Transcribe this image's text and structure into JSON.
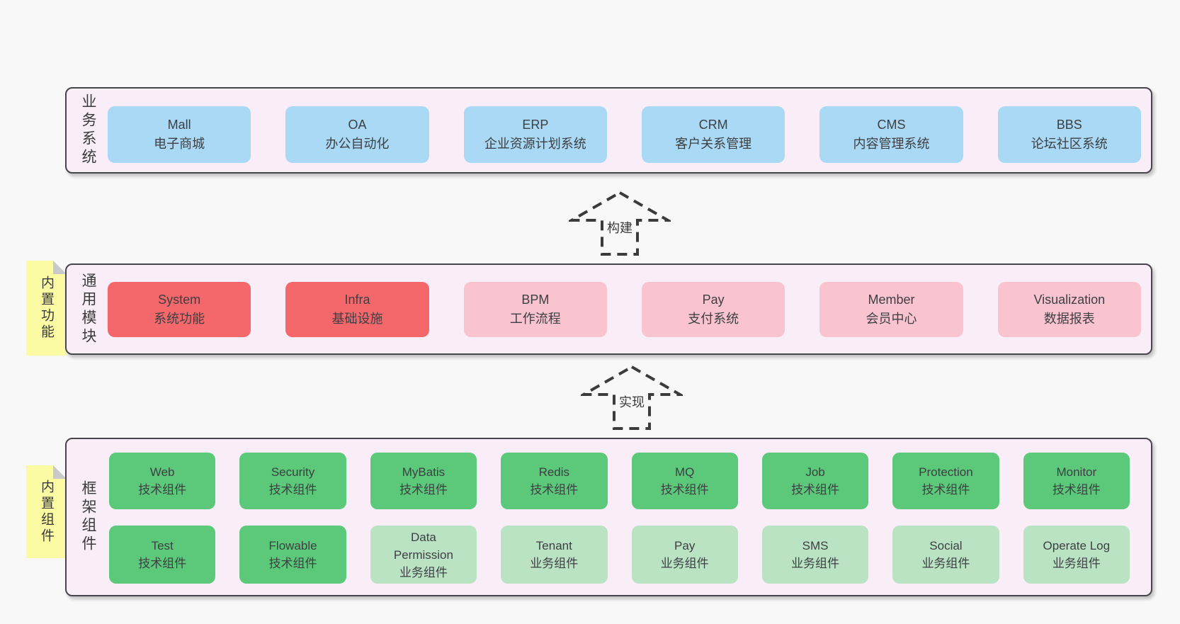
{
  "colors": {
    "page_bg": "#f8f8f8",
    "panel_bg": "#f9eef8",
    "panel_border": "#45454b",
    "blue": "#a9d9f4",
    "red": "#f4686c",
    "pink": "#f9c4cf",
    "green": "#5cc87a",
    "light_green": "#bae3c4",
    "sticky_yellow": "#fbfba3",
    "sticky_fold": "#c9c9cb",
    "text": "#3d3f43",
    "arrow": "#3b3b3b"
  },
  "sections": [
    {
      "label": "业务系统",
      "rows": [
        [
          {
            "name": "Mall",
            "desc": "电子商城",
            "variant": "blue"
          },
          {
            "name": "OA",
            "desc": "办公自动化",
            "variant": "blue"
          },
          {
            "name": "ERP",
            "desc": "企业资源计划系统",
            "variant": "blue"
          },
          {
            "name": "CRM",
            "desc": "客户关系管理",
            "variant": "blue"
          },
          {
            "name": "CMS",
            "desc": "内容管理系统",
            "variant": "blue"
          },
          {
            "name": "BBS",
            "desc": "论坛社区系统",
            "variant": "blue"
          }
        ]
      ]
    },
    {
      "label": "通用模块",
      "sticky": "内置功能",
      "rows": [
        [
          {
            "name": "System",
            "desc": "系统功能",
            "variant": "red"
          },
          {
            "name": "Infra",
            "desc": "基础设施",
            "variant": "red"
          },
          {
            "name": "BPM",
            "desc": "工作流程",
            "variant": "pink"
          },
          {
            "name": "Pay",
            "desc": "支付系统",
            "variant": "pink"
          },
          {
            "name": "Member",
            "desc": "会员中心",
            "variant": "pink"
          },
          {
            "name": "Visualization",
            "desc": "数据报表",
            "variant": "pink"
          }
        ]
      ]
    },
    {
      "label": "框架组件",
      "sticky": "内置组件",
      "rows": [
        [
          {
            "name": "Web",
            "desc": "技术组件",
            "variant": "green"
          },
          {
            "name": "Security",
            "desc": "技术组件",
            "variant": "green"
          },
          {
            "name": "MyBatis",
            "desc": "技术组件",
            "variant": "green"
          },
          {
            "name": "Redis",
            "desc": "技术组件",
            "variant": "green"
          },
          {
            "name": "MQ",
            "desc": "技术组件",
            "variant": "green"
          },
          {
            "name": "Job",
            "desc": "技术组件",
            "variant": "green"
          },
          {
            "name": "Protection",
            "desc": "技术组件",
            "variant": "green"
          },
          {
            "name": "Monitor",
            "desc": "技术组件",
            "variant": "green"
          }
        ],
        [
          {
            "name": "Test",
            "desc": "技术组件",
            "variant": "green"
          },
          {
            "name": "Flowable",
            "desc": "技术组件",
            "variant": "green"
          },
          {
            "name": "Data Permission",
            "desc": "业务组件",
            "variant": "lightgreen"
          },
          {
            "name": "Tenant",
            "desc": "业务组件",
            "variant": "lightgreen"
          },
          {
            "name": "Pay",
            "desc": "业务组件",
            "variant": "lightgreen"
          },
          {
            "name": "SMS",
            "desc": "业务组件",
            "variant": "lightgreen"
          },
          {
            "name": "Social",
            "desc": "业务组件",
            "variant": "lightgreen"
          },
          {
            "name": "Operate Log",
            "desc": "业务组件",
            "variant": "lightgreen"
          }
        ]
      ]
    }
  ],
  "arrows": [
    {
      "label": "构建"
    },
    {
      "label": "实现"
    }
  ]
}
